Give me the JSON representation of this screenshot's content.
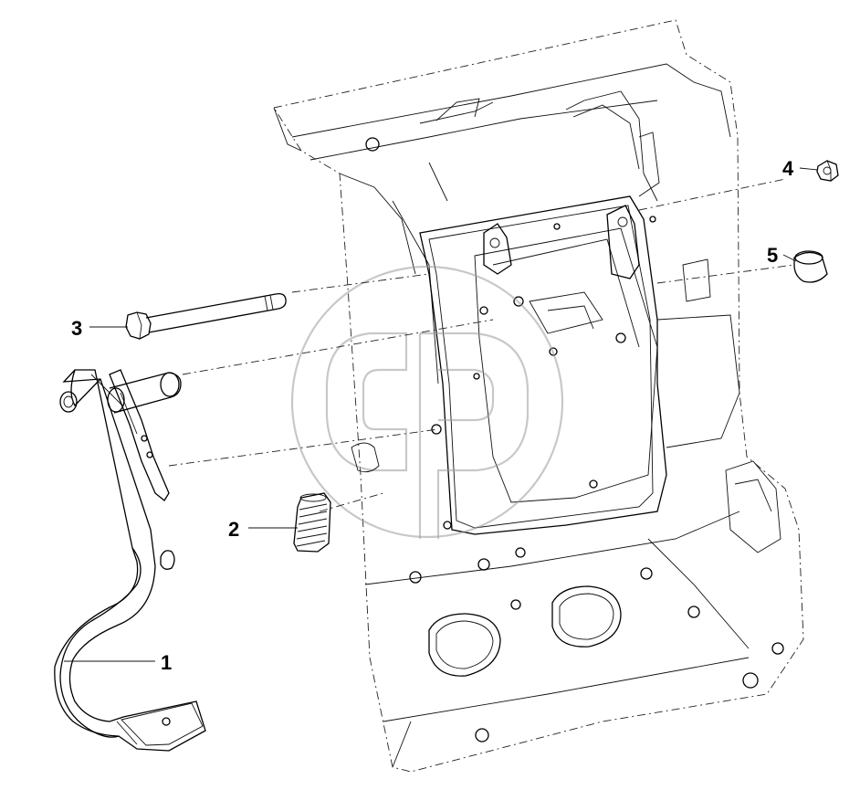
{
  "callouts": {
    "c1": "1",
    "c2": "2",
    "c3": "3",
    "c4": "4",
    "c5": "5"
  },
  "colors": {
    "ink": "#000000",
    "background": "#ffffff",
    "watermark": "#9a9a9a"
  }
}
